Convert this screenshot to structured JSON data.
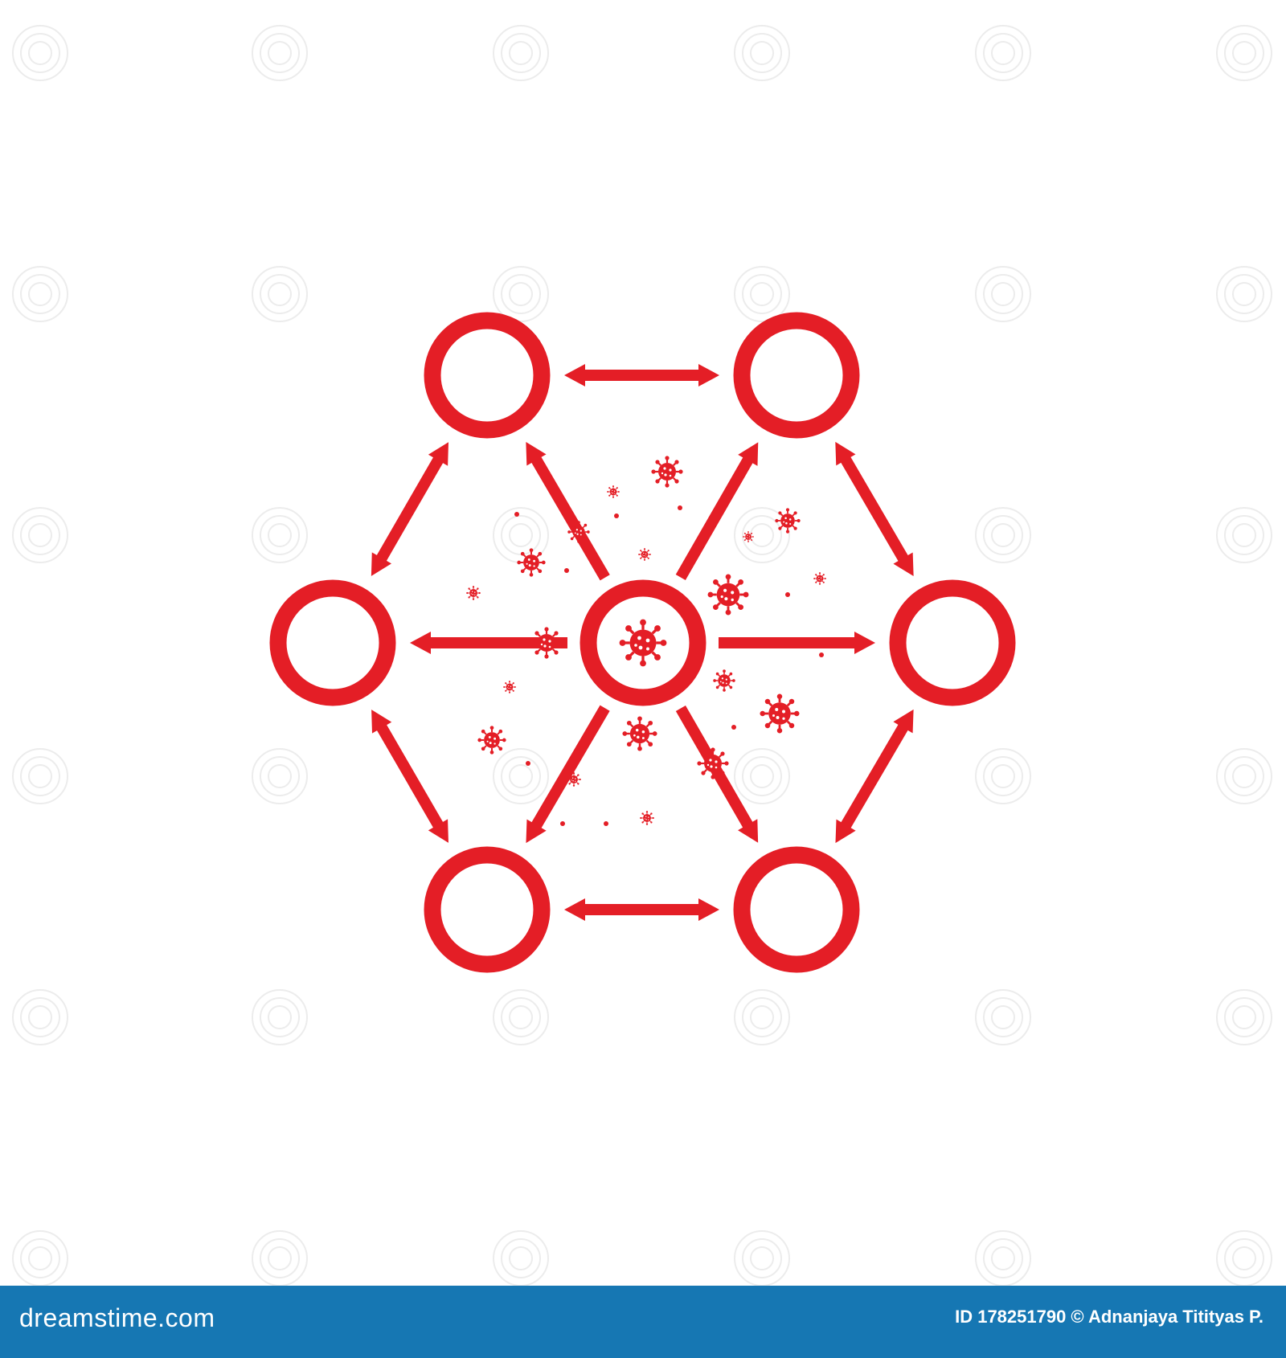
{
  "diagram": {
    "description_role": "network-spread",
    "accent_color": "#e41e26",
    "nodes": [
      {
        "id": "top-left",
        "icon": "empty-circle"
      },
      {
        "id": "top-right",
        "icon": "empty-circle"
      },
      {
        "id": "left",
        "icon": "empty-circle"
      },
      {
        "id": "center",
        "icon": "virus-icon"
      },
      {
        "id": "right",
        "icon": "empty-circle"
      },
      {
        "id": "bottom-left",
        "icon": "empty-circle"
      },
      {
        "id": "bottom-right",
        "icon": "empty-circle"
      }
    ],
    "edges": [
      {
        "from": "top-left",
        "to": "top-right",
        "style": "double-arrow"
      },
      {
        "from": "bottom-left",
        "to": "bottom-right",
        "style": "double-arrow"
      },
      {
        "from": "top-left",
        "to": "left",
        "style": "double-arrow"
      },
      {
        "from": "left",
        "to": "bottom-left",
        "style": "double-arrow"
      },
      {
        "from": "top-right",
        "to": "right",
        "style": "double-arrow"
      },
      {
        "from": "right",
        "to": "bottom-right",
        "style": "double-arrow"
      },
      {
        "from": "center",
        "to": "top-left",
        "style": "arrow"
      },
      {
        "from": "center",
        "to": "top-right",
        "style": "arrow"
      },
      {
        "from": "center",
        "to": "left",
        "style": "arrow"
      },
      {
        "from": "center",
        "to": "right",
        "style": "arrow"
      },
      {
        "from": "center",
        "to": "bottom-left",
        "style": "arrow"
      },
      {
        "from": "center",
        "to": "bottom-right",
        "style": "arrow"
      }
    ],
    "scattered_icon": "virus-icon"
  },
  "footer": {
    "logo_text": "dreamstime.com",
    "credit_text": "ID 178251790 © Adnanjaya Titityas P.",
    "background_color": "#1677b3"
  }
}
